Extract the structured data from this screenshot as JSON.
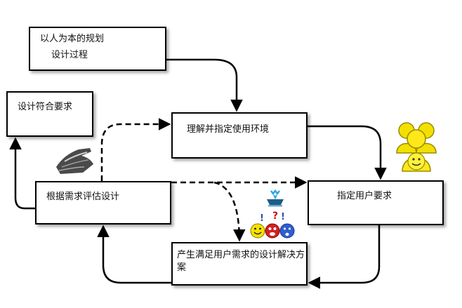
{
  "diagram": {
    "nodes": {
      "plan": {
        "line1": "以人为本的规划",
        "line2": "设计过程"
      },
      "meets": {
        "label": "设计符合要求"
      },
      "context": {
        "label": "理解并指定使用环境"
      },
      "evaluate": {
        "label": "根据需求评估设计"
      },
      "requirements": {
        "label": "指定用户要求"
      },
      "solution": {
        "label": "产生满足用户需求的设计解决方案"
      }
    },
    "edges": [
      {
        "from": "plan",
        "to": "context",
        "style": "solid"
      },
      {
        "from": "context",
        "to": "requirements",
        "style": "solid"
      },
      {
        "from": "requirements",
        "to": "solution",
        "style": "solid"
      },
      {
        "from": "solution",
        "to": "evaluate",
        "style": "solid"
      },
      {
        "from": "evaluate",
        "to": "meets",
        "style": "solid"
      },
      {
        "from": "evaluate",
        "to": "context",
        "style": "dashed"
      },
      {
        "from": "evaluate",
        "to": "requirements",
        "style": "dashed"
      },
      {
        "from": "evaluate",
        "to": "solution",
        "style": "dashed"
      }
    ],
    "decorations": [
      "user-group-icon",
      "hand-device-icon",
      "brainstorm-icon",
      "happy-face-icon",
      "angry-face-icon",
      "sad-face-icon"
    ],
    "colors": {
      "line": "#000000",
      "box_border": "#000000",
      "user_icon": "#f2e000",
      "user_icon_outline": "#9a8a00"
    }
  }
}
